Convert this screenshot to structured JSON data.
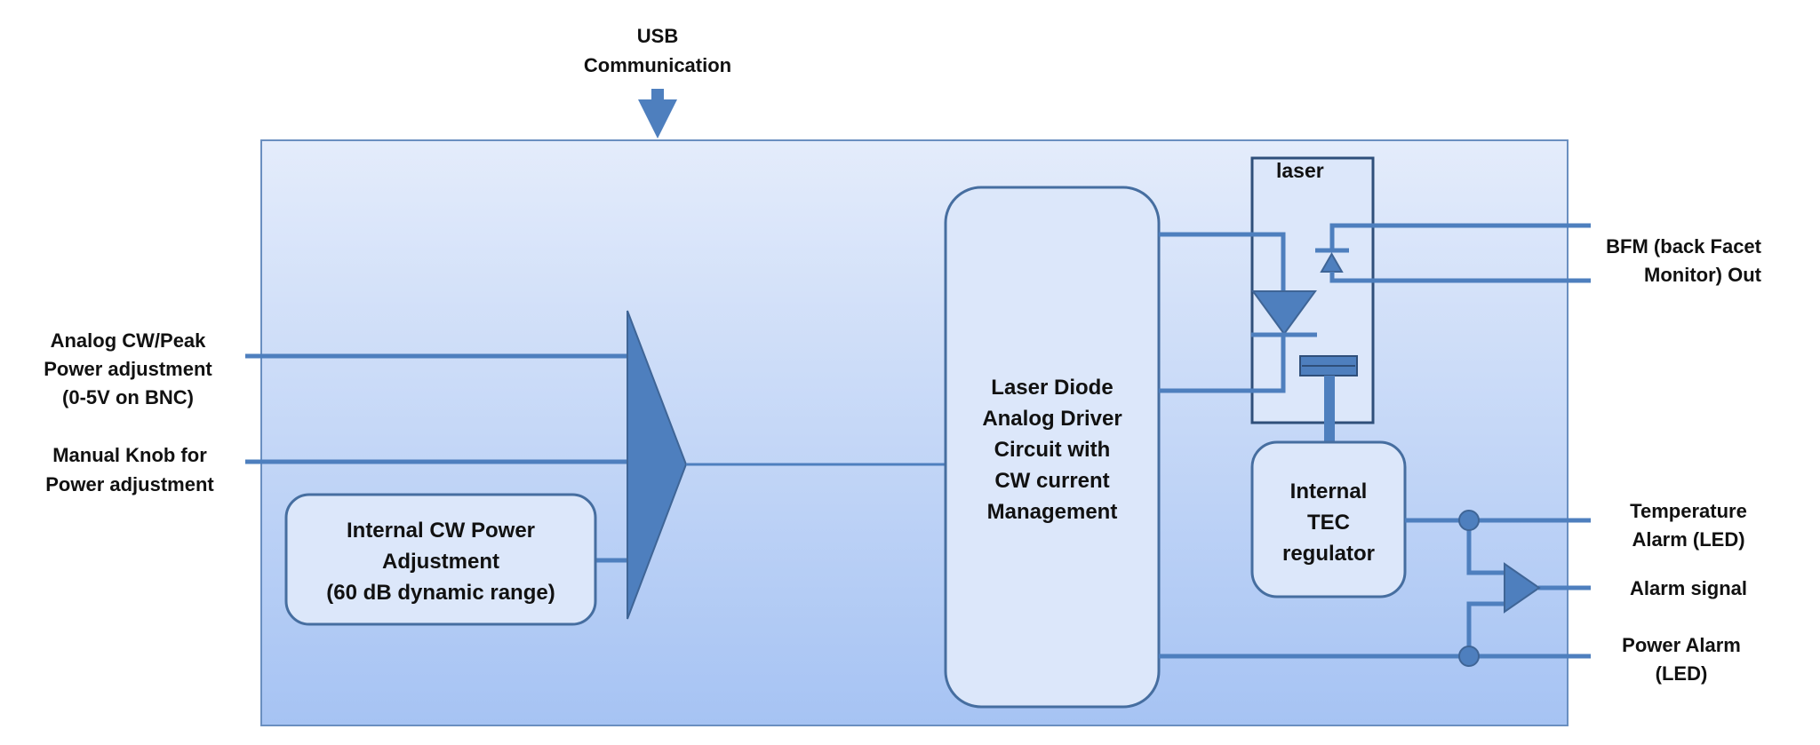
{
  "top_input": {
    "line1": "USB",
    "line2": "Communication"
  },
  "inputs": {
    "analog": {
      "line1": "Analog CW/Peak",
      "line2": "Power adjustment",
      "line3": "(0-5V on BNC)"
    },
    "manual": {
      "line1": "Manual Knob for",
      "line2": "Power adjustment"
    }
  },
  "blocks": {
    "internal_cw": {
      "line1": "Internal CW Power",
      "line2": "Adjustment",
      "line3": "(60 dB dynamic range)"
    },
    "driver": {
      "line1": "Laser Diode",
      "line2": "Analog Driver",
      "line3": "Circuit with",
      "line4": "CW current",
      "line5": "Management"
    },
    "laser": {
      "label": "laser"
    },
    "tec": {
      "line1": "Internal",
      "line2": "TEC",
      "line3": "regulator"
    }
  },
  "outputs": {
    "bfm": {
      "line1": "BFM (back Facet",
      "line2": "Monitor) Out"
    },
    "temp_alarm": {
      "line1": "Temperature",
      "line2": "Alarm (LED)"
    },
    "alarm_signal": {
      "line1": "Alarm signal"
    },
    "power_alarm": {
      "line1": "Power Alarm",
      "line2": "(LED)"
    }
  },
  "colors": {
    "panel_top": "#e4ecfb",
    "panel_bottom": "#a6c3f3",
    "stroke": "#466ea0",
    "fill": "#4e7fbe",
    "block_fill": "#dce7fa"
  }
}
